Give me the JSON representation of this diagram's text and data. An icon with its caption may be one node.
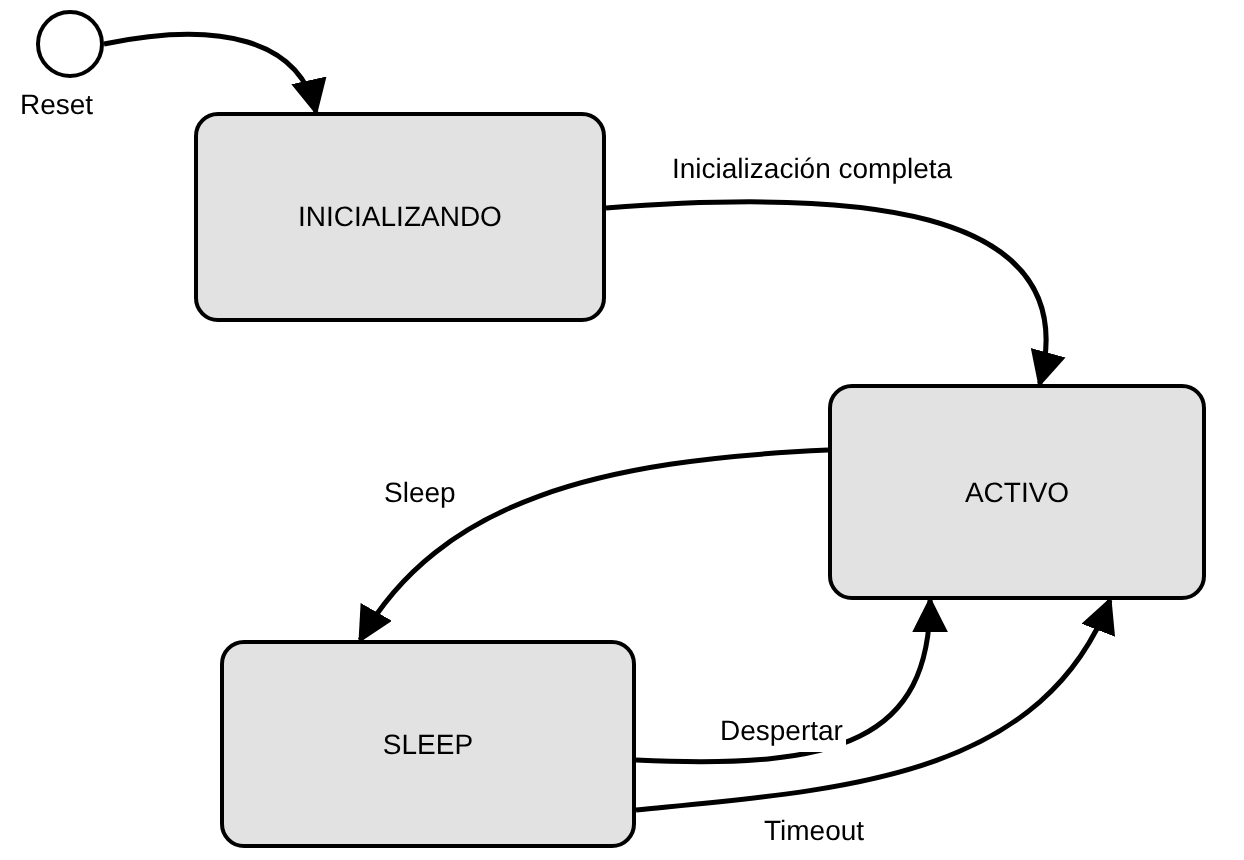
{
  "diagram": {
    "nodes": [
      {
        "text": [],
        "shape": "circle",
        "beside": [
          "Reset"
        ]
      },
      {
        "text": [
          "INICIALIZANDO"
        ]
      },
      {
        "text": [
          "ACTIVO"
        ]
      },
      {
        "text": [
          "SLEEP"
        ]
      }
    ],
    "edges": [
      {
        "from": 0,
        "to": 1,
        "arrow": "to"
      },
      {
        "from": 1,
        "to": 2,
        "arrow": "to",
        "label": "Inicialización completa"
      },
      {
        "from": 2,
        "to": 3,
        "arrow": "to",
        "label": "Sleep"
      },
      {
        "from": 3,
        "to": 2,
        "arrow": "to",
        "label": "Despertar"
      },
      {
        "from": 3,
        "to": 2,
        "arrow": "to",
        "label": "Timeout"
      }
    ]
  }
}
